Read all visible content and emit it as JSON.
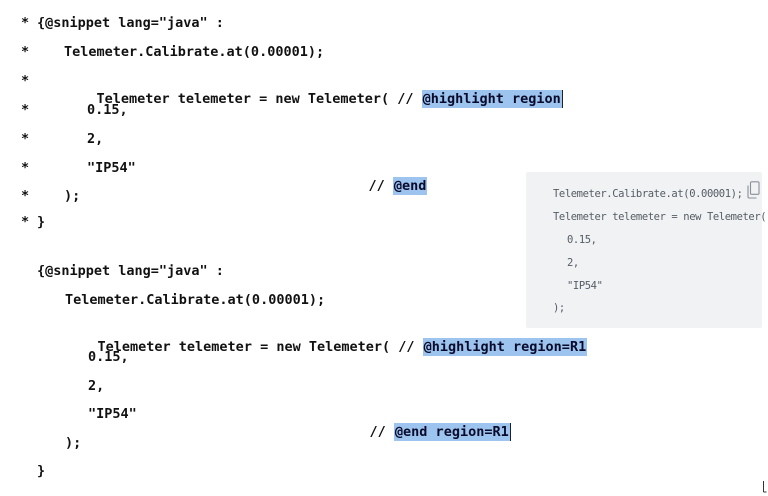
{
  "top_block": {
    "stars": [
      "*",
      "*",
      "*",
      "*",
      "*",
      "*",
      "*",
      "*"
    ],
    "line1": "{@snippet lang=\"java\" :",
    "line2": "Telemeter.Calibrate.at(0.00001);",
    "line3_code": "Telemeter telemeter = new Telemeter( //",
    "line3_tag": "@highlight region",
    "line4": "0.15,",
    "line5": "2,",
    "line6_code": "\"IP54\"",
    "line6_comment": "//",
    "line6_tag": "@end",
    "line7": ");",
    "line8": "}"
  },
  "bottom_block": {
    "line1": "{@snippet lang=\"java\" :",
    "line2": "Telemeter.Calibrate.at(0.00001);",
    "line3_code": "Telemeter telemeter = new Telemeter( //",
    "line3_tag": "@highlight region=R1",
    "line4": "0.15,",
    "line5": "2,",
    "line6_code": "\"IP54\"",
    "line6_comment": "//",
    "line6_tag": "@end region=R1",
    "line7": ");",
    "line8": "}"
  },
  "preview": {
    "lines": [
      "Telemeter.Calibrate.at(0.00001);",
      "Telemeter telemeter = new Telemeter(",
      "0.15,",
      "2,",
      "\"IP54\"",
      ");"
    ],
    "copy_icon": "copy-icon"
  },
  "colors": {
    "highlight": "#9cc4ef",
    "preview_bg": "#f1f2f3",
    "preview_text": "#555c66",
    "code_text": "#111111"
  }
}
